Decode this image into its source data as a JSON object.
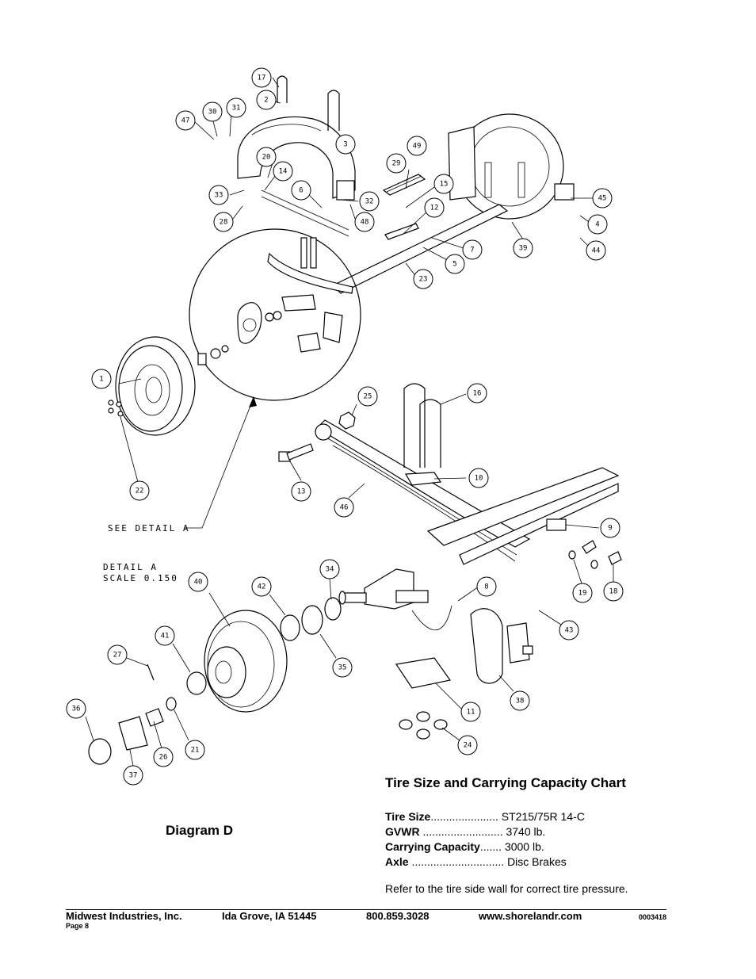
{
  "diagram": {
    "callouts": [
      "1",
      "2",
      "3",
      "4",
      "5",
      "6",
      "7",
      "8",
      "9",
      "10",
      "11",
      "12",
      "13",
      "14",
      "15",
      "16",
      "17",
      "18",
      "19",
      "20",
      "21",
      "22",
      "23",
      "24",
      "25",
      "26",
      "27",
      "28",
      "29",
      "30",
      "31",
      "32",
      "33",
      "34",
      "35",
      "36",
      "37",
      "38",
      "39",
      "40",
      "41",
      "42",
      "43",
      "44",
      "45",
      "46",
      "47",
      "48",
      "49"
    ],
    "see_detail": "SEE DETAIL  A",
    "detail_title": "DETAIL  A",
    "detail_scale": "SCALE  0.150",
    "label": "Diagram D"
  },
  "chart": {
    "title": "Tire Size and Carrying Capacity Chart",
    "rows": [
      {
        "label": "Tire Size",
        "dots": "......................",
        "value": "ST215/75R 14-C"
      },
      {
        "label": "GVWR",
        "dots": "..........................",
        "value": "3740 lb."
      },
      {
        "label": "Carrying Capacity",
        "dots": ".......",
        "value": "3000 lb."
      },
      {
        "label": "Axle",
        "dots": "..............................",
        "value": "Disc Brakes"
      }
    ],
    "note": "Refer to the tire side wall for correct tire pressure."
  },
  "footer": {
    "company": "Midwest Industries, Inc.",
    "city": "Ida Grove, IA  51445",
    "phone": "800.859.3028",
    "website": "www.shorelandr.com",
    "doc_number": "0003418",
    "page": "Page 8"
  }
}
